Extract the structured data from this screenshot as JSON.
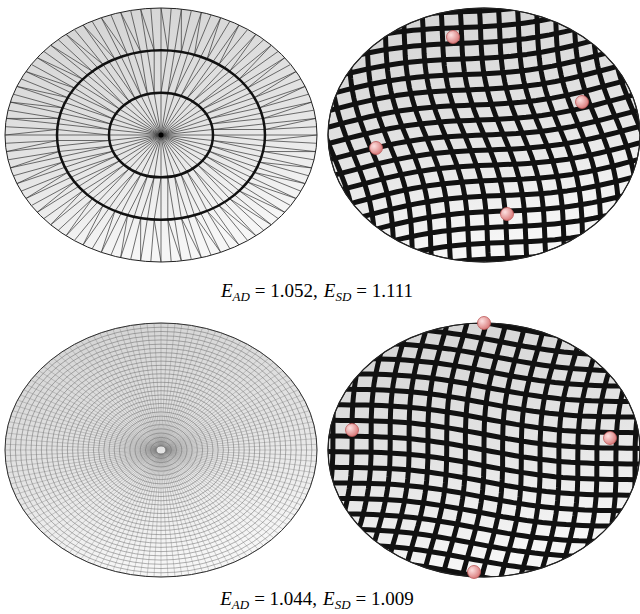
{
  "diagram": {
    "labels": [
      "E",
      "AD",
      "= 1.052,",
      "E",
      "SD",
      "= 1.111",
      "E",
      "AD",
      "= 1.044,",
      "E",
      "SD",
      "= 1.009"
    ]
  }
}
